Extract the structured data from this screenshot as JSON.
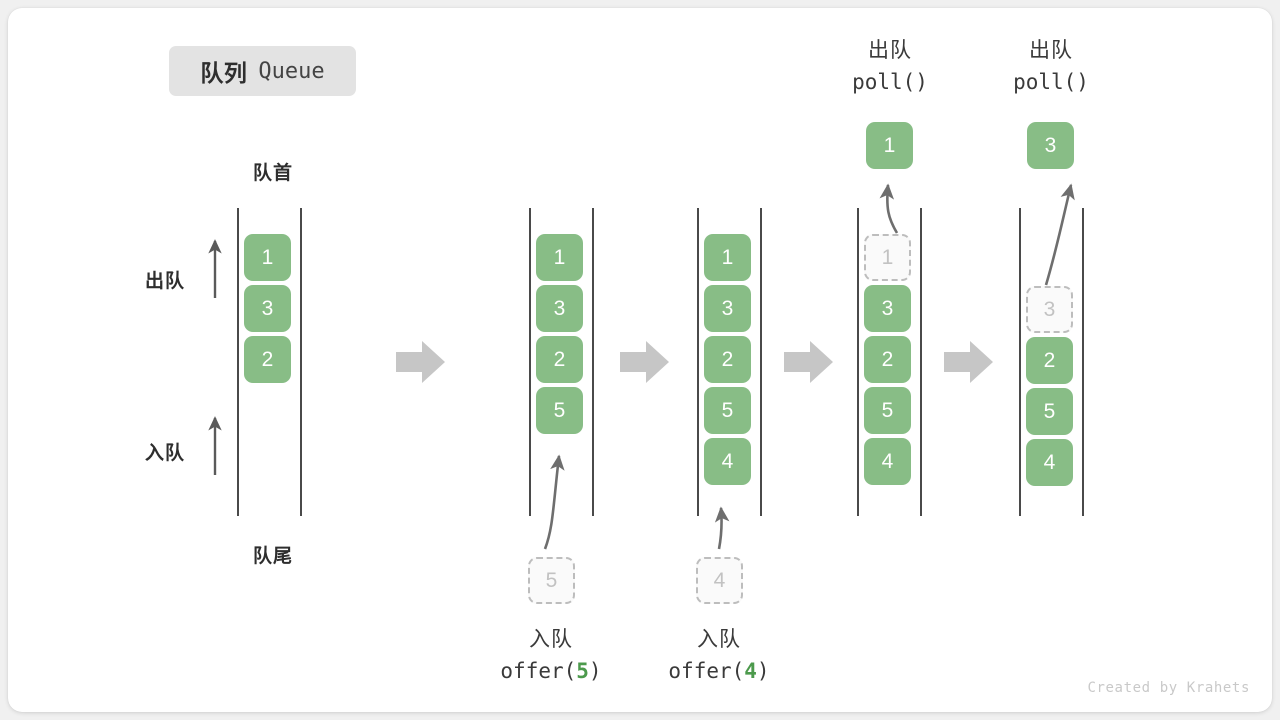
{
  "title": {
    "cn": "队列",
    "en": "Queue"
  },
  "labels": {
    "front": "队首",
    "rear": "队尾",
    "dequeue_side": "出队",
    "enqueue_side": "入队"
  },
  "operations": {
    "enqueue_5": {
      "cn": "入队",
      "fn_prefix": "offer(",
      "arg": "5",
      "fn_suffix": ")"
    },
    "enqueue_4": {
      "cn": "入队",
      "fn_prefix": "offer(",
      "arg": "4",
      "fn_suffix": ")"
    },
    "dequeue_1": {
      "cn": "出队",
      "fn": "poll()"
    },
    "dequeue_2": {
      "cn": "出队",
      "fn": "poll()"
    }
  },
  "results": {
    "polled_first": "1",
    "polled_second": "3"
  },
  "ghosts": {
    "incoming_5": "5",
    "incoming_4": "4",
    "outgoing_1": "1",
    "outgoing_3": "3"
  },
  "columns": [
    {
      "name": "initial",
      "cells": [
        "1",
        "3",
        "2"
      ]
    },
    {
      "name": "after-offer-5",
      "cells": [
        "1",
        "3",
        "2",
        "5"
      ]
    },
    {
      "name": "after-offer-4",
      "cells": [
        "1",
        "3",
        "2",
        "5",
        "4"
      ]
    },
    {
      "name": "during-poll-1",
      "cells": [
        "3",
        "2",
        "5",
        "4"
      ]
    },
    {
      "name": "during-poll-3",
      "cells": [
        "2",
        "5",
        "4"
      ]
    }
  ],
  "colors": {
    "cell_green": "#88bd86",
    "ghost_border": "#bdbdbd",
    "rail": "#4a4a4a",
    "arrow_gray": "#6e6e6e",
    "sep_arrow": "#c6c6c6",
    "badge_bg": "#e3e3e3"
  },
  "credit": "Created by Krahets"
}
